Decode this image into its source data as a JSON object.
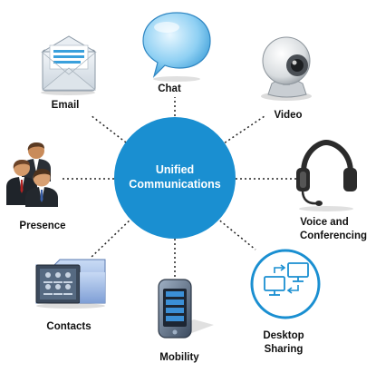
{
  "hub": {
    "line1": "Unified",
    "line2": "Communications",
    "color": "#1a8fd1"
  },
  "nodes": [
    {
      "key": "email",
      "label_lines": [
        "Email"
      ],
      "icon": "envelope-icon"
    },
    {
      "key": "chat",
      "label_lines": [
        "Chat"
      ],
      "icon": "speech-bubble-icon"
    },
    {
      "key": "video",
      "label_lines": [
        "Video"
      ],
      "icon": "webcam-icon"
    },
    {
      "key": "voice",
      "label_lines": [
        "Voice and",
        "Conferencing"
      ],
      "icon": "headset-icon"
    },
    {
      "key": "desktop",
      "label_lines": [
        "Desktop",
        "Sharing"
      ],
      "icon": "screen-share-icon"
    },
    {
      "key": "mobility",
      "label_lines": [
        "Mobility"
      ],
      "icon": "phone-icon"
    },
    {
      "key": "contacts",
      "label_lines": [
        "Contacts"
      ],
      "icon": "folder-contacts-icon"
    },
    {
      "key": "presence",
      "label_lines": [
        "Presence"
      ],
      "icon": "people-icon"
    }
  ],
  "colors": {
    "connector": "#222222",
    "share_ring": "#1a8fd1"
  }
}
